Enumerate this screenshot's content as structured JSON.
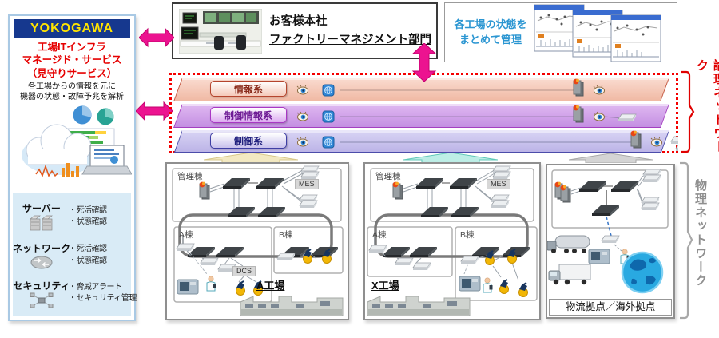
{
  "colors": {
    "brand_blue": "#16388e",
    "brand_yellow": "#ffe400",
    "accent_red": "#e60000",
    "arrow_magenta": "#ec1390",
    "dashed_frame_red": "#f40000",
    "caption_blue": "#2b96d2",
    "layer_info_fill": "#f0b9a4",
    "layer_ctrl_info_fill": "#c48fe2",
    "layer_ctrl_fill": "#bcb4e7",
    "physical_gray": "#8f8f8f"
  },
  "provider": {
    "logo": "YOKOGAWA",
    "service_title": [
      "工場ITインフラ",
      "マネージド・サービス",
      "（見守りサービス）"
    ],
    "description": [
      "各工場からの情報を元に",
      "機器の状態・故障予兆を解析"
    ],
    "services": [
      {
        "name": "サーバー",
        "icon": "server-icon",
        "items": [
          "・死活確認",
          "・状態確認"
        ]
      },
      {
        "name": "ネットワーク",
        "icon": "router-icon",
        "items": [
          "・死活確認",
          "・状態確認"
        ]
      },
      {
        "name": "セキュリティ",
        "icon": "security-icon",
        "items": [
          "・脅威アラート",
          "・セキュリティ管理"
        ]
      }
    ]
  },
  "headquarters": {
    "name": "お客様本社",
    "department": "ファクトリーマネジメント部門"
  },
  "dashboard": {
    "caption": [
      "各工場の状態を",
      "まとめて管理"
    ]
  },
  "logical_network": {
    "label": "論理ネットワーク",
    "layers": [
      {
        "name": "情報系"
      },
      {
        "name": "制御情報系"
      },
      {
        "name": "制御系"
      }
    ]
  },
  "physical_network": {
    "label": "物理ネットワーク",
    "sites": [
      {
        "name": "A工場",
        "admin_building": "管理棟",
        "building_a": "A棟",
        "building_b": "B棟",
        "mes": "MES",
        "dcs": "DCS"
      },
      {
        "name": "X工場",
        "admin_building": "管理棟",
        "building_a": "A棟",
        "building_b": "B棟",
        "mes": "MES"
      },
      {
        "name": "物流拠点／海外拠点"
      }
    ]
  }
}
